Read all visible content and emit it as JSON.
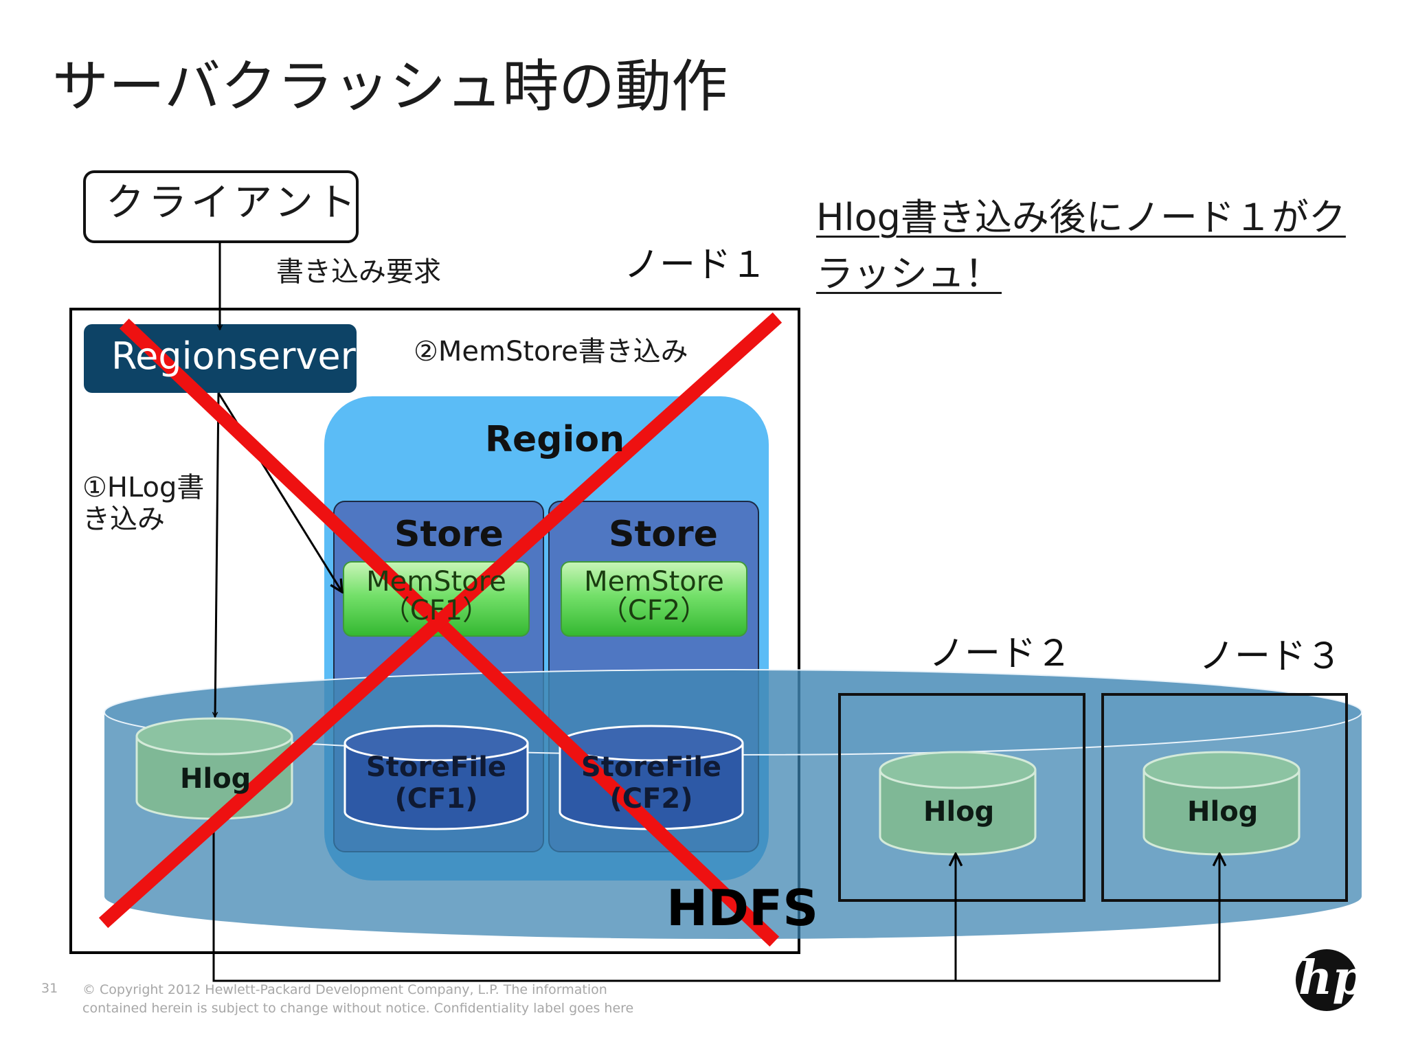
{
  "title": "サーバクラッシュ時の動作",
  "client": {
    "label": "クライアント"
  },
  "labels": {
    "write_request": "書き込み要求",
    "node1": "ノード１",
    "node2": "ノード２",
    "node3": "ノード３",
    "step2": "②MemStore書き込み",
    "step1_line1": "①HLog書",
    "step1_line2": "き込み",
    "regionserver": "Regionserver",
    "region": "Region",
    "hdfs": "HDFS"
  },
  "stores": [
    {
      "label": "Store",
      "memstore": [
        "MemStore",
        "（CF1）"
      ],
      "storefile": [
        "StoreFile",
        "(CF1)"
      ]
    },
    {
      "label": "Store",
      "memstore": [
        "MemStore",
        "（CF2）"
      ],
      "storefile": [
        "StoreFile",
        "(CF2)"
      ]
    }
  ],
  "hlogs": [
    "Hlog",
    "Hlog",
    "Hlog"
  ],
  "note": {
    "line1": "Hlog書き込み後にノード１がク",
    "line2": "ラッシュ！"
  },
  "footer": {
    "page_number": "31",
    "copyright_line1": "© Copyright 2012 Hewlett-Packard Development Company, L.P.  The information",
    "copyright_line2": "contained herein is subject to change without notice. Confidentiality label goes here"
  },
  "logo": {
    "text": "hp"
  },
  "colors": {
    "regionserver": "#0d4366",
    "region": "#5bbcf6",
    "store": "#4f77c2",
    "memstore": "#5fd85a",
    "hdfs": "#3a82b0",
    "hlog": "#7fb896",
    "cross": "#ee1111"
  }
}
